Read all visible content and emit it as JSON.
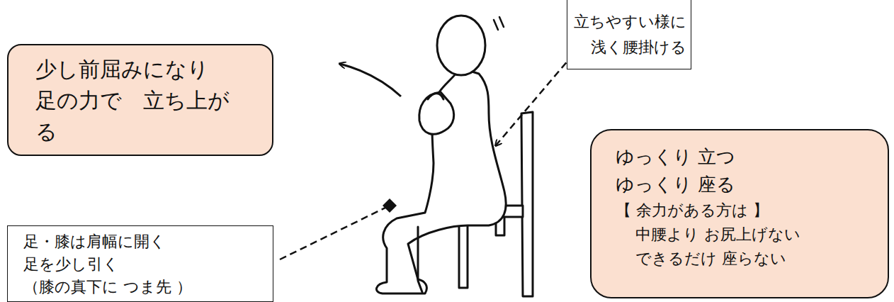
{
  "diagram": {
    "nodes": [
      {
        "text": [
          "少し前屈みになり 足の力で　立ち上が る"
        ]
      },
      {
        "text": [
          "立ちやすい様に 浅く腰掛ける"
        ]
      },
      {
        "text": [
          "足・膝は肩幅に開く",
          "足を少し引く",
          "（膝の真下に つま先 ）"
        ]
      },
      {
        "text": [
          "ゆっくり 立つ",
          "ゆっくり 座る",
          "【 余力がある方は 】",
          "中腰より お尻上げない",
          "できるだけ 座らない"
        ]
      }
    ]
  }
}
